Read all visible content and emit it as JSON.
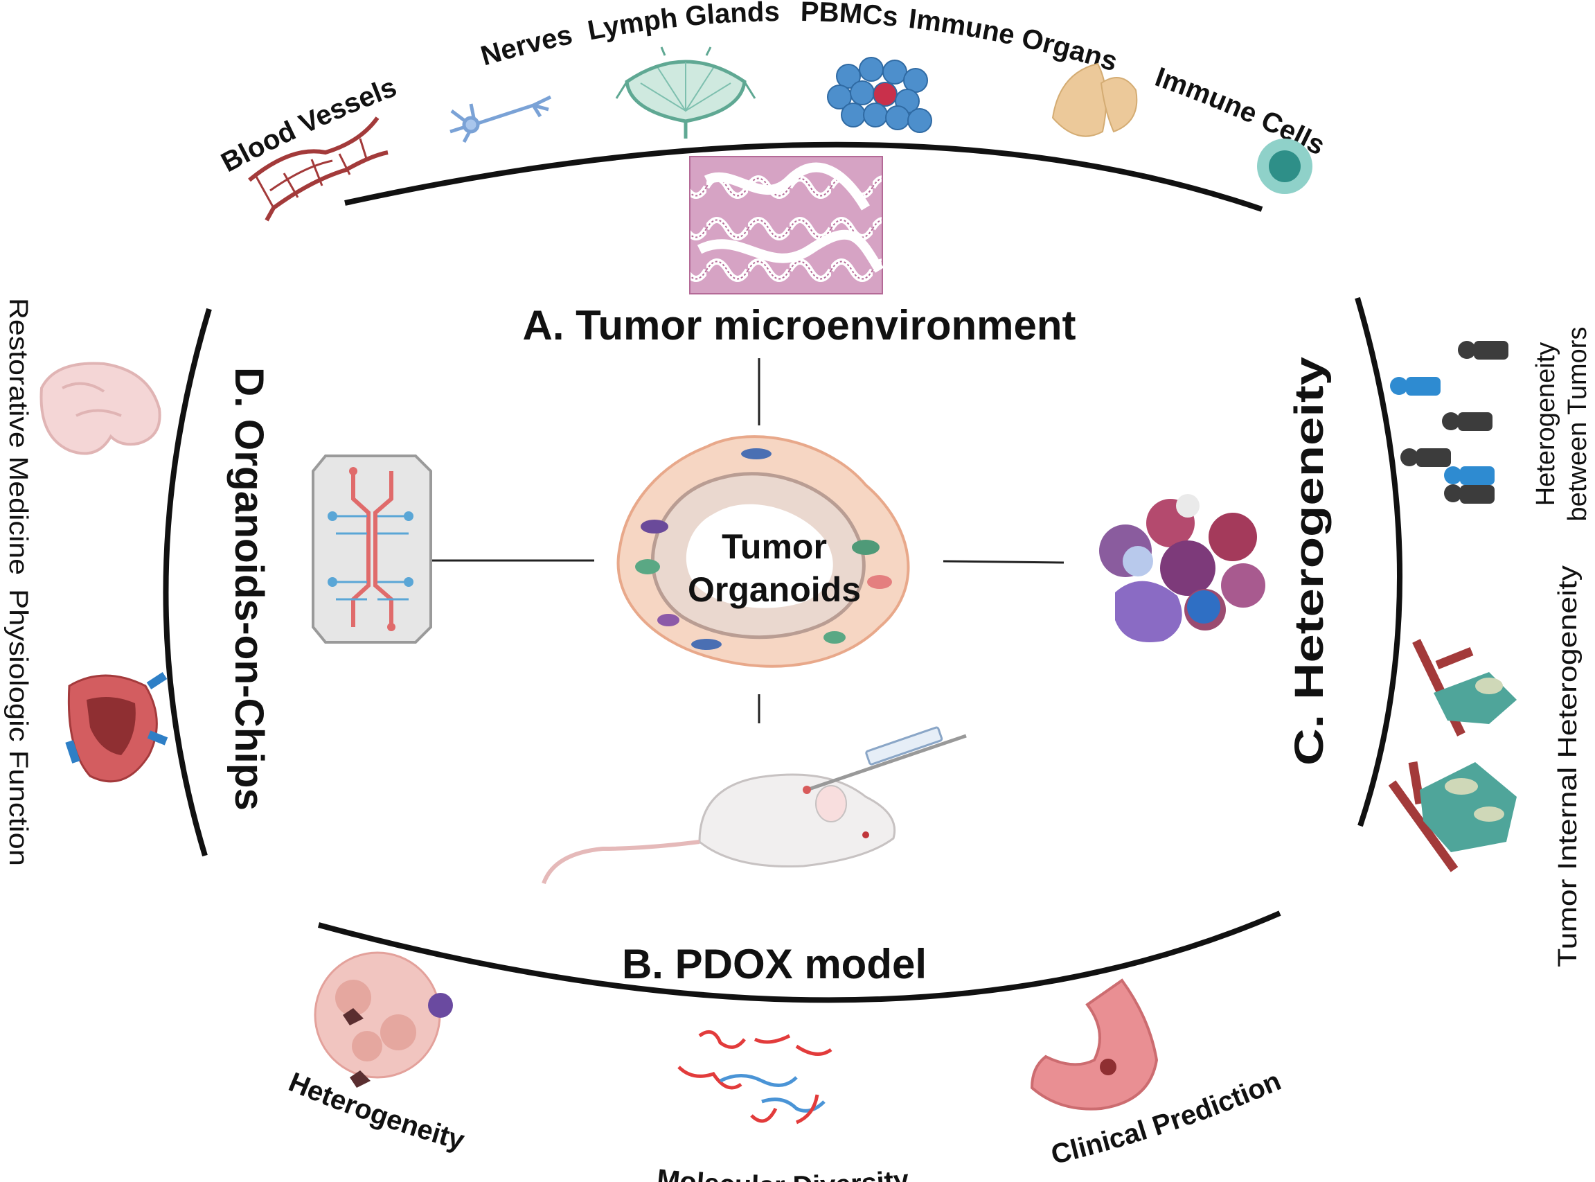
{
  "center": {
    "line1": "Tumor",
    "line2": "Organoids"
  },
  "sections": {
    "a": "A. Tumor microenvironment",
    "b": "B. PDOX model",
    "c": "C. Heterogeneity",
    "d": "D. Organoids-on-Chips"
  },
  "top_items": {
    "blood_vessels": "Blood Vessels",
    "nerves": "Nerves",
    "lymph_glands": "Lymph Glands",
    "pbmcs": "PBMCs",
    "immune_organs": "Immune Organs",
    "immune_cells": "Immune Cells"
  },
  "bottom_items": {
    "heterogeneity": "Heterogeneity",
    "molecular_diversity": "Molecular Diversity",
    "clinical_prediction": "Clinical Prediction"
  },
  "right_items": {
    "between_line1": "Heterogeneity",
    "between_line2": "between Tumors",
    "internal": "Tumor Internal Heterogeneity"
  },
  "left_items": {
    "restorative": "Restorative Medicine",
    "physiologic": "Physiologic Function"
  },
  "colors": {
    "vessel_red": "#a33a3a",
    "nerve_blue": "#5b8fd0",
    "lymph_green": "#6fb9a6",
    "pbmc_blue": "#4a86c5",
    "organ_tan": "#ecc99a",
    "immune_teal": "#3aa79d",
    "tissue_pink": "#d9a9c9",
    "person_blue": "#2e8bd1",
    "person_dark": "#3c3c3c"
  }
}
